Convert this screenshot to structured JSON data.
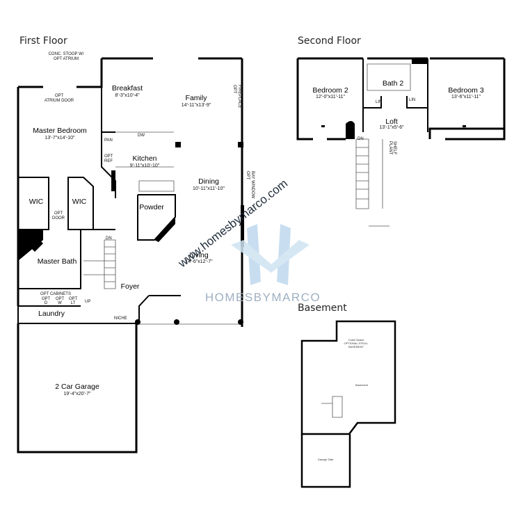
{
  "headings": {
    "first_floor": "First Floor",
    "second_floor": "Second Floor",
    "basement": "Basement"
  },
  "first_floor": {
    "stoop_line1": "CONC. STOOP W/",
    "stoop_line2": "OPT ATRIUM",
    "atrium_door_line1": "OPT",
    "atrium_door_line2": "ATRIUM DOOR",
    "breakfast": {
      "name": "Breakfast",
      "dims": "8'-3\"x10'-4\""
    },
    "family": {
      "name": "Family",
      "dims": "14'-11\"x13'-9\""
    },
    "fireplace_line1": "OPT",
    "fireplace_line2": "FIREPLACE",
    "master_bedroom": {
      "name": "Master Bedroom",
      "dims": "13'-7\"x14'-10\""
    },
    "pan": "PAN",
    "dw": "DW",
    "ref_line1": "OPT",
    "ref_line2": "REF",
    "kitchen": {
      "name": "Kitchen",
      "dims": "9'-11\"x10'-10\""
    },
    "dining": {
      "name": "Dining",
      "dims": "10'-11\"x11'-10\""
    },
    "bay_window_line1": "OPT",
    "bay_window_line2": "BAY WINDOW",
    "wic_left": "WIC",
    "wic_right": "WIC",
    "opt_door_line1": "OPT",
    "opt_door_line2": "DOOR",
    "powder": "Powder",
    "dn": "DN",
    "master_bath": "Master Bath",
    "living": {
      "name": "Living",
      "dims": "14'-6\"x12'-7\""
    },
    "foyer": "Foyer",
    "opt_cabinets": "OPT CABINETS",
    "appliance_d_line1": "OPT",
    "appliance_d_line2": "D",
    "appliance_w_line1": "OPT",
    "appliance_w_line2": "W",
    "appliance_lt_line1": "OPT",
    "appliance_lt_line2": "LT",
    "up": "UP",
    "laundry": "Laundry",
    "niche": "NICHE",
    "garage": {
      "name": "2 Car Garage",
      "dims": "19'-4\"x20'-7\""
    }
  },
  "second_floor": {
    "bedroom2": {
      "name": "Bedroom 2",
      "dims": "12'-0\"x11'-11\""
    },
    "bath2": "Bath 2",
    "bedroom3": {
      "name": "Bedroom 3",
      "dims": "13'-6\"x11'-11\""
    },
    "lin_left": "LIN",
    "lin_right": "LIN",
    "loft": {
      "name": "Loft",
      "dims": "13'-1\"x5'-6\""
    },
    "dn": "DN",
    "plant_shelf_line1": "PLANT",
    "plant_shelf_line2": "SHELF"
  },
  "basement": {
    "crawl_line1": "Crawl Space",
    "crawl_line2": "OPTIONAL 9'/FULL",
    "crawl_line3": "BASEMENT",
    "basement_label": "Basement",
    "garage_slab": "Garage Slab"
  },
  "watermark": {
    "brand": "HOMESBYMARCO",
    "url": "www.homesbymarco.com",
    "colors": {
      "logo": "#bfd9ee",
      "text": "#9fb0c2",
      "url": "#1f2c3a"
    }
  }
}
